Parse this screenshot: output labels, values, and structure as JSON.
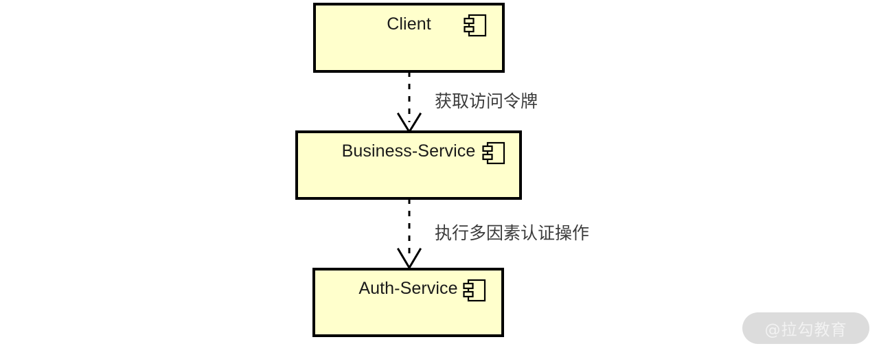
{
  "diagram": {
    "type": "uml-component-diagram",
    "background_color": "#ffffff",
    "component_fill_color": "#ffffcc",
    "component_border_color": "#000000",
    "text_color": "#1a1a1a",
    "label_color": "#3c3c3c",
    "components": [
      {
        "id": "client",
        "name": "Client",
        "icon": "uml-component-icon"
      },
      {
        "id": "business-service",
        "name": "Business-Service",
        "icon": "uml-component-icon"
      },
      {
        "id": "auth-service",
        "name": "Auth-Service",
        "icon": "uml-component-icon"
      }
    ],
    "connections": [
      {
        "id": "client-to-business",
        "from": "client",
        "to": "business-service",
        "label": "获取访问令牌",
        "style": "dashed",
        "arrowhead": "open"
      },
      {
        "id": "business-to-auth",
        "from": "business-service",
        "to": "auth-service",
        "label": "执行多因素认证操作",
        "style": "dashed",
        "arrowhead": "open"
      }
    ]
  },
  "watermark": {
    "text": "@拉勾教育",
    "pill_color": "#dcdcdc",
    "text_color": "#f2f2f2"
  }
}
